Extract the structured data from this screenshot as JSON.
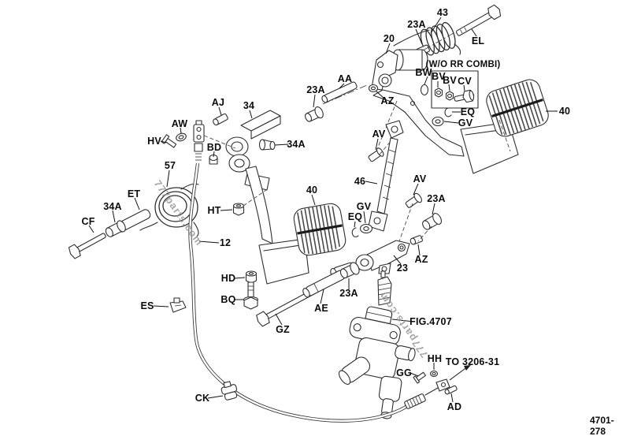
{
  "page": {
    "background": "#ffffff",
    "line_color": "#2e2e2e"
  },
  "figure_number": "4701-278",
  "watermark": {
    "text": "777parts.com",
    "color": "#909090"
  },
  "annotations": {
    "wo_rr_combi": "(W/O RR COMBI)",
    "fig_ref": "FIG.4707",
    "cross_ref": "TO 3206-31"
  },
  "callouts": [
    {
      "label": "43"
    },
    {
      "label": "23A"
    },
    {
      "label": "EL"
    },
    {
      "label": "20"
    },
    {
      "label": "BW"
    },
    {
      "label": "BV"
    },
    {
      "label": "BV"
    },
    {
      "label": "CV"
    },
    {
      "label": "EQ"
    },
    {
      "label": "GV"
    },
    {
      "label": "40"
    },
    {
      "label": "AA"
    },
    {
      "label": "23A"
    },
    {
      "label": "AZ"
    },
    {
      "label": "AV"
    },
    {
      "label": "AJ"
    },
    {
      "label": "34"
    },
    {
      "label": "AW"
    },
    {
      "label": "HV"
    },
    {
      "label": "BD"
    },
    {
      "label": "34A"
    },
    {
      "label": "57"
    },
    {
      "label": "ET"
    },
    {
      "label": "34A"
    },
    {
      "label": "CF"
    },
    {
      "label": "HT"
    },
    {
      "label": "40"
    },
    {
      "label": "46"
    },
    {
      "label": "AV"
    },
    {
      "label": "23A"
    },
    {
      "label": "GV"
    },
    {
      "label": "EQ"
    },
    {
      "label": "12"
    },
    {
      "label": "AZ"
    },
    {
      "label": "23"
    },
    {
      "label": "23A"
    },
    {
      "label": "HD"
    },
    {
      "label": "BQ"
    },
    {
      "label": "ES"
    },
    {
      "label": "GZ"
    },
    {
      "label": "AE"
    },
    {
      "label": "GG"
    },
    {
      "label": "HH"
    },
    {
      "label": "AD"
    },
    {
      "label": "CK"
    }
  ]
}
